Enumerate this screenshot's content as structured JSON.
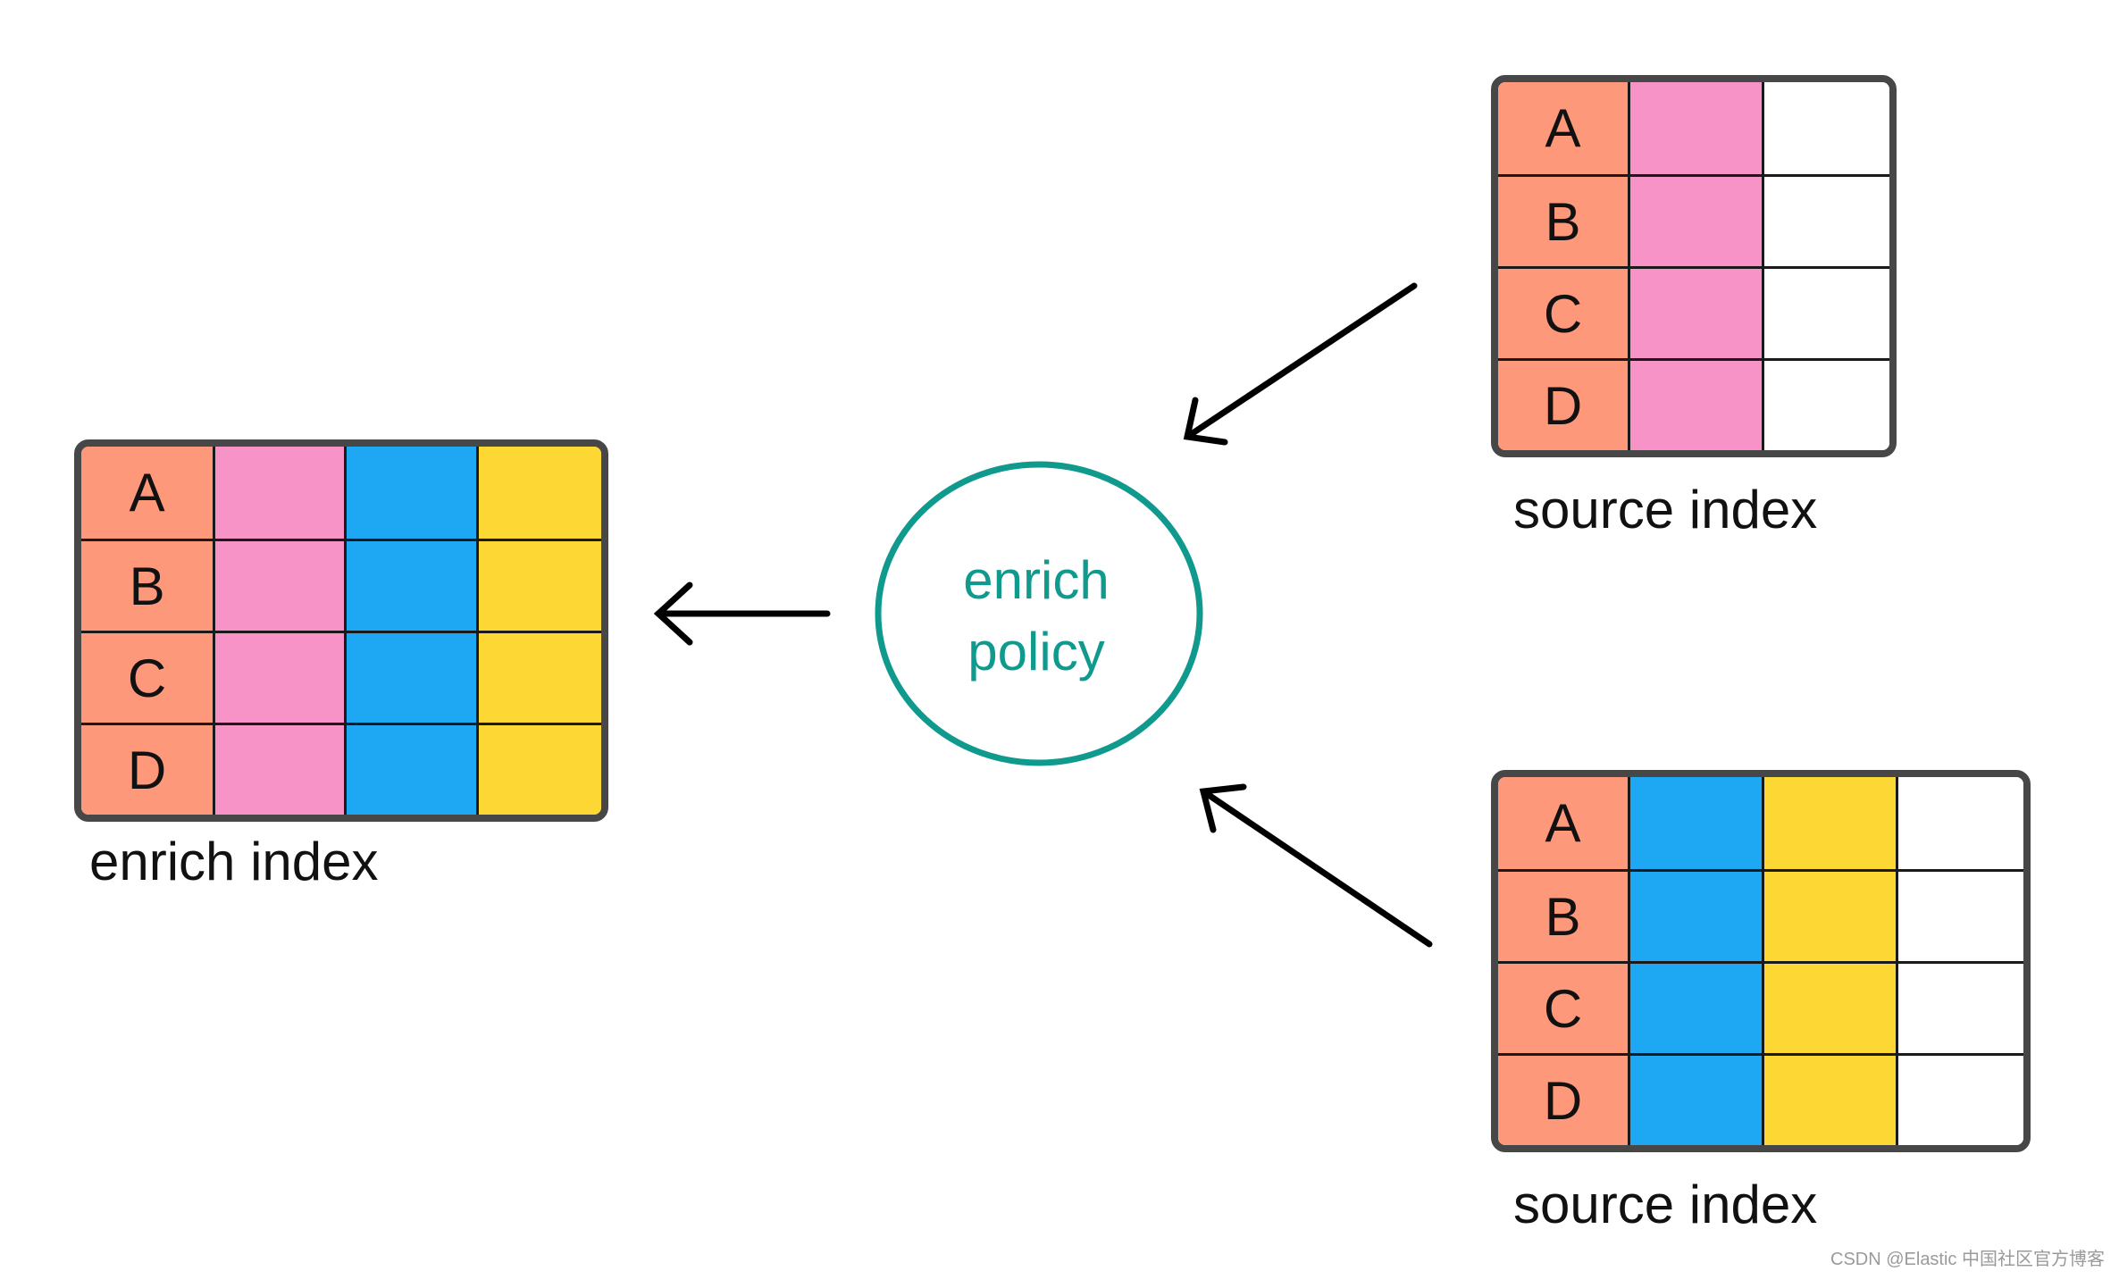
{
  "colors": {
    "key": "#fd987b",
    "pink": "#f793c6",
    "blue": "#1ea7f2",
    "yellow": "#fdd835",
    "empty": "#ffffff",
    "policy": "#109a8e",
    "frame": "#474747"
  },
  "enrich_index": {
    "label": "enrich index",
    "rows": [
      "A",
      "B",
      "C",
      "D"
    ],
    "columns": [
      "key",
      "pink",
      "blue",
      "yellow"
    ]
  },
  "source_index_top": {
    "label": "source index",
    "rows": [
      "A",
      "B",
      "C",
      "D"
    ],
    "columns": [
      "key",
      "pink",
      "empty"
    ]
  },
  "source_index_bottom": {
    "label": "source index",
    "rows": [
      "A",
      "B",
      "C",
      "D"
    ],
    "columns": [
      "key",
      "blue",
      "yellow",
      "empty"
    ]
  },
  "policy": {
    "line1": "enrich",
    "line2": "policy"
  },
  "watermark": "CSDN @Elastic 中国社区官方博客"
}
